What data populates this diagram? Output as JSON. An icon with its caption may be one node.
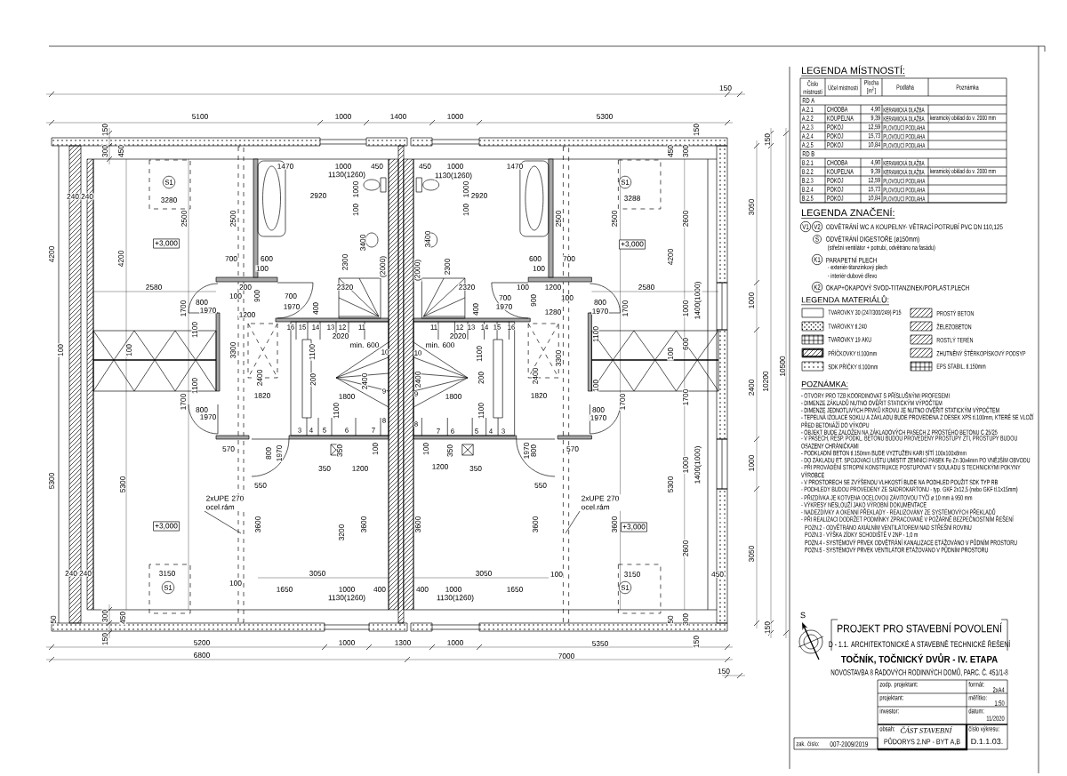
{
  "diagram": {
    "title": "PROJEKT PRO STAVEBNÍ POVOLENÍ",
    "nodes": [
      {
        "text": [
          "2xUPE 270 ocel.rám"
        ]
      },
      {
        "text": [
          "2xUPE 270 ocel.rám"
        ]
      }
    ],
    "edges": [
      {
        "from": 0,
        "to": null,
        "arrow": "none"
      },
      {
        "from": 1,
        "to": null,
        "arrow": "none"
      }
    ],
    "labels": [
      "150",
      "5100",
      "1000",
      "1400",
      "1000",
      "5300",
      "150",
      "300",
      "450",
      "240",
      "240",
      "4200",
      "S1",
      "3280",
      "2500",
      "4200",
      "+3,000",
      "2580",
      "1700",
      "800",
      "1970",
      "1100",
      "100",
      "100",
      "1100",
      "1700",
      "800",
      "1970",
      "570",
      "5300",
      "5300",
      "+3,000",
      "240",
      "240",
      "3150",
      "S1",
      "1470",
      "1000",
      "450",
      "1130(1260)",
      "1000",
      "2920",
      "100",
      "2500",
      "3400",
      "700",
      "600",
      "2300",
      "(2000)",
      "100",
      "200",
      "2320",
      "100",
      "700",
      "900",
      "1970",
      "400",
      "1200",
      "16",
      "15",
      "14",
      "13",
      "12",
      "11",
      "2020",
      "min. 600",
      "3300",
      "1100",
      "10",
      "2400",
      "200",
      "2400",
      "9",
      "1820",
      "1800",
      "1100",
      "8",
      "3",
      "4",
      "5",
      "6",
      "7",
      "800",
      "1970",
      "350",
      "100",
      "350",
      "1200",
      "550",
      "3600",
      "3200",
      "3600",
      "3050",
      "100",
      "1650",
      "1000",
      "400",
      "1130(1260)",
      "50",
      "300",
      "450",
      "150",
      "5200",
      "1000",
      "1300",
      "6800",
      "450",
      "1000",
      "1470",
      "1130(1260)",
      "1000",
      "2920",
      "100",
      "3400",
      "2300",
      "(2000)",
      "2500",
      "600",
      "100",
      "700",
      "2320",
      "100",
      "1200",
      "700",
      "900",
      "100",
      "1970",
      "1280",
      "400",
      "800",
      "1970",
      "1700",
      "11",
      "12",
      "13",
      "14",
      "15",
      "16",
      "2020",
      "min. 600",
      "10",
      "1100",
      "3300",
      "2400",
      "200",
      "2400",
      "9",
      "1800",
      "1820",
      "1100",
      "8",
      "7",
      "6",
      "5",
      "4",
      "3",
      "1100",
      "100",
      "1700",
      "800",
      "1970",
      "570",
      "100",
      "350",
      "1970",
      "800",
      "1200",
      "350",
      "550",
      "5300",
      "3600",
      "3600",
      "3600",
      "+3,000",
      "2600",
      "3050",
      "100",
      "3150",
      "450",
      "400",
      "1000",
      "1650",
      "S1",
      "1130(1260)",
      "50",
      "300",
      "150",
      "150",
      "450",
      "300",
      "S1",
      "3288",
      "2500",
      "2600",
      "+3,000",
      "4200",
      "2580",
      "1000",
      "1400(1000)",
      "600",
      "100",
      "1700",
      "1000",
      "1400(1000)",
      "1000",
      "5350",
      "7000",
      "150",
      "150",
      "3050",
      "1000",
      "2400",
      "10200",
      "10500",
      "1000",
      "3050",
      "150",
      "LEGENDA MÍSTNOSTÍ:",
      "Číslo místnosti",
      "Účel místnosti",
      "Plocha [m$^{2}$]",
      "Podlaha",
      "Poznámka",
      "RD A",
      "A.2.1",
      "CHODBA",
      "4,90",
      "KERAMICKÁ DLAŽBA",
      "A.2.2",
      "KOUPELNA",
      "9,39",
      "KERAMICKÁ DLAŽBA",
      "keramický obklad do v. 2000 mm",
      "A.2.3",
      "POKOJ",
      "12,59",
      "PLOVOUCÍ PODLAHA",
      "A.2.4",
      "POKOJ",
      "15,73",
      "PLOVOUCÍ PODLAHA",
      "A.2.5",
      "POKOJ",
      "10,84",
      "PLOVOUCÍ PODLAHA",
      "RD B",
      "B.2.1",
      "CHODBA",
      "4,90",
      "KERAMICKÁ DLAŽBA",
      "B.2.2",
      "KOUPELNA",
      "9,39",
      "KERAMICKÁ DLAŽBA",
      "keramický obklad do v. 2000 mm",
      "B.2.3",
      "POKOJ",
      "12,59",
      "PLOVOUCÍ PODLAHA",
      "B.2.4",
      "POKOJ",
      "15,73",
      "PLOVOUCÍ PODLAHA",
      "B.2.5",
      "POKOJ",
      "10,84",
      "PLOVOUCÍ PODLAHA",
      "LEGENDA ZNAČENÍ:",
      "V1",
      "V2",
      "ODVĚTRÁNÍ WC A KOUPELNY- VĚTRACÍ POTRUBÍ PVC DN 110,125",
      "S",
      "ODVĚTRÁNÍ DIGESTOŘE (ø150mm)",
      "(střešní ventilátor + potrubí, odvětráno na fasádu)",
      "K1",
      "PARAPETNÍ PLECH",
      "- exteriér-titanzinkový plech",
      "- interiér-dubové dřevo",
      "K2",
      "OKAP+OKAPOVÝ SVOD-TITANZINEK/POPLAST.PLECH",
      "LEGENDA MATERIÁLŮ:",
      "POZNÁMKA:",
      "- OTVORY PRO TZB KOORDINOVAT S PŘÍSLUŠNÝMI PROFESEMI",
      "- DIMENZE ZÁKLADŮ NUTNO OVĚŘIT STATICKÝM VÝPOČTEM",
      "- DIMENZE JEDNOTLIVÝCH PRVKŮ KROVU JE NUTNO OVĚŘIT STATICKÝM VÝPOČTEM",
      "- TEPELNÁ IZOLACE SOKLU A ZÁKLADU BUDE PROVEDENA Z DESEK XPS tl.100mm, KTERÉ SE VLOŽÍ PŘED BETONÁŽÍ DO VÝKOPU",
      "- OBJEKT BUDE ZALOŽEN NA ZÁKLADOVÝCH PASECH Z PROSTÉHO BETONU C 25/25",
      "- V PASECH, RESP. PODKL. BETONU BUDOU PROVEDENY PROSTUPY ZTI, PROSTUPY BUDOU OSAZENY CHRÁNIČKAMI",
      "- PODKLADNÍ BETON tl.150mm BUDE VYZTUŽEN KARI SÍTÍ 100x100x8mm",
      "- DO ZÁKLADU ET. SPOJOVACÍ LIŠTU UMÍSTIT ZEMNÍCÍ PÁSEK Fe Zn 30x4mm PO VNĚJŠÍM OBVODU",
      "- PŘI PROVÁDĚNÍ STROPNÍ KONSTRUKCE POSTUPOVAT V SOULADU S TECHNICKÝMI POKYNY VÝROBCE",
      "- V PROSTORECH SE ZVÝŠENOU VLHKOSTÍ BUDE NA PODHLED POUŽIT SDK TYP RB",
      "- PODHLEDY BUDOU PROVEDENY ZE SÁDROKARTONU - typ. GKF 2x12,5 (nebo GKF tl.1x15mm)",
      "- PŘIZDÍVKA JE KOTVENA OCELOVOU ZÁVITOVOU TYČÍ ø 10 mm à 950 mm",
      "- VÝKRESY NESLOUŽÍ JAKO VÝROBNÍ DOKUMENTACE",
      "- NADEZDÍVKY A OKENNÍ PŘEKLADY - REALIZOVÁNY ZE SYSTÉMOVÝCH PŘEKLADŮ",
      "- PŘI REALIZACI DODRŽET PODMÍNKY ZPRACOVANÉ V POŽÁRNĚ BEZPEČNOSTNÍM ŘEŠENÍ",
      "POZN.2 - ODVĚTRÁNO AXIÁLNÍM VENTILÁTOREM NAD STŘEŠNÍ ROVINU",
      "POZN.3 - VÝŠKA ZÍDKY SCHODIŠTĚ V 2NP - 1,0 m",
      "POZN.4 - SYSTÉMOVÝ PRVEK ODVĚTRÁNÍ KANALIZACE ETÁŽOVÁNO V PŮDNÍM PROSTORU",
      "POZN.5 - SYSTÉMOVÝ PRVEK VENTILÁTOR ETÁŽOVÁNO V PŮDNÍM PROSTORU",
      "S",
      "D - 1.1. ARCHITEKTONICKÉ A STAVEBNĚ TECHNICKÉ ŘEŠENÍ",
      "TOČNÍK, TOČNICKÝ DVŮR - IV. ETAPA",
      "NOVOSTAVBA 8 ŘADOVÝCH RODINNÝCH DOMŮ, PARC. Č. 451/1-8",
      "zodp. projektant:",
      "formát:",
      "2xA4",
      "projektant:",
      "měřítko:",
      "1:50",
      "investor:",
      "datum:",
      "11/2020",
      "obsah:",
      "ČÁST STAVEBNÍ",
      "číslo výkresu:",
      "zak. číslo:",
      "007-2009/2019",
      "PŮDORYS 2.NP - BYT A,B",
      "D.1.1.03."
    ],
    "legend": [
      {
        "text": "TVAROVKY 30 (247/300/249) P15"
      },
      {
        "text": "PROSTÝ BETON"
      },
      {
        "text": "TVAROVKY tl.240"
      },
      {
        "text": "ŽELEZOBETON"
      },
      {
        "text": "TVAROVKY 19 AKU"
      },
      {
        "text": "ROSTLÝ TERÉN"
      },
      {
        "text": "PŘÍČKOVKY tl.100mm"
      },
      {
        "text": "ZHUTNĚNÝ ŠTĚRKOPÍSKOVÝ PODSYP"
      },
      {
        "text": "SDK PŘÍČKY tl.100mm"
      },
      {
        "text": "EPS STABIL. tl.150mm"
      }
    ]
  }
}
